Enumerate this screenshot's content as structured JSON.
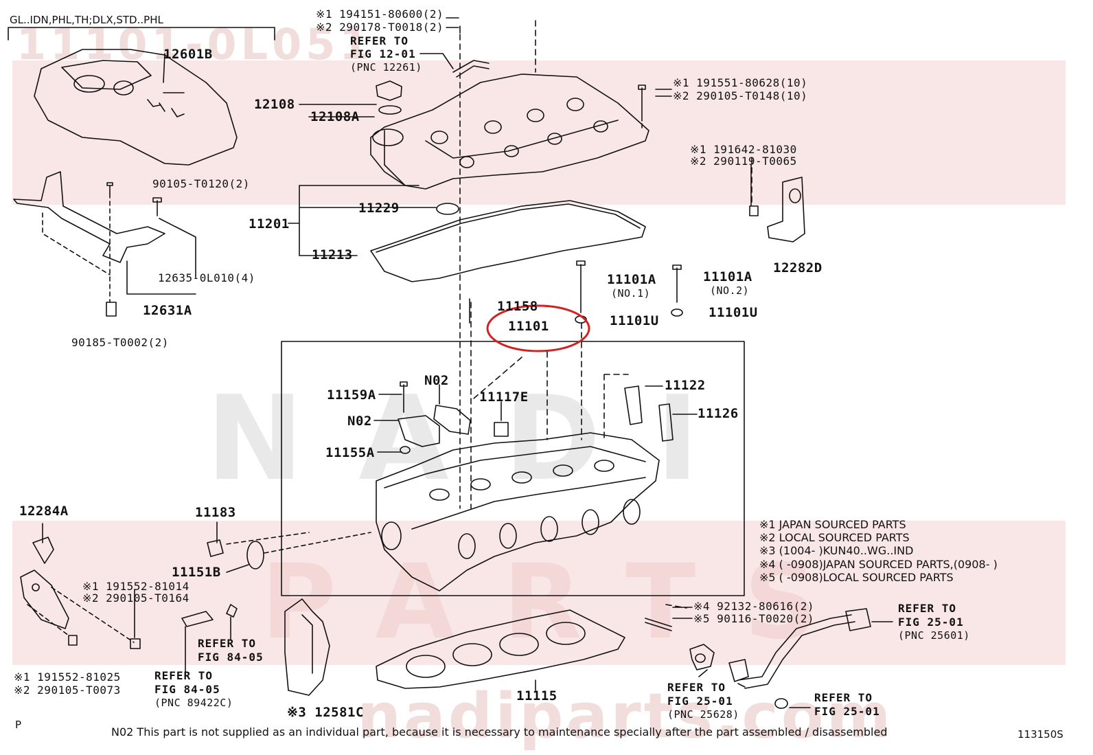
{
  "header": {
    "variant": "GL..IDN,PHL,TH;DLX,STD..PHL"
  },
  "watermark": {
    "code": "11101-0L051",
    "brand": "NADI",
    "brand2": "PARTS",
    "site": "nadiparts.com"
  },
  "labels": {
    "p12601b": "12601B",
    "p12108": "12108",
    "p12108a": "12108A",
    "p11201": "11201",
    "p11229": "11229",
    "p11213": "11213",
    "p90105_t0120": "90105-T0120(2)",
    "p12635": "12635-0L010(4)",
    "p12631a": "12631A",
    "p90185": "90185-T0002(2)",
    "p194151": "※1 194151-80600(2)",
    "p290178": "※2 290178-T0018(2)",
    "p191551": "※1 191551-80628(10)",
    "p290105_t0148": "※2 290105-T0148(10)",
    "p191642": "※1 191642-81030",
    "p290119": "※2 290119-T0065",
    "p12282d": "12282D",
    "p11101a_1": "11101A",
    "no1": "(NO.1)",
    "p11101a_2": "11101A",
    "no2": "(NO.2)",
    "p11101u_1": "11101U",
    "p11101u_2": "11101U",
    "p11158": "11158",
    "p11101": "11101",
    "p11159a": "11159A",
    "n02_1": "N02",
    "n02_2": "N02",
    "p11117e": "11117E",
    "p11122": "11122",
    "p11126": "11126",
    "p11155a": "11155A",
    "p12284a": "12284A",
    "p11183": "11183",
    "p11151b": "11151B",
    "p191552_81014": "※1 191552-81014",
    "p290105_t0164": "※2 290105-T0164",
    "p191552_81025": "※1 191552-81025",
    "p290105_t0073": "※2 290105-T0073",
    "p12581c": "※3 12581C",
    "p11115": "11115",
    "p92132": "※4 92132-80616(2)",
    "p90116": "※5 90116-T0020(2)"
  },
  "refs": {
    "r12_01": {
      "l1": "REFER TO",
      "l2": "FIG 12-01",
      "l3": "(PNC 12261)"
    },
    "r84_05a": {
      "l1": "REFER TO",
      "l2": "FIG 84-05"
    },
    "r84_05b": {
      "l1": "REFER TO",
      "l2": "FIG 84-05",
      "l3": "(PNC 89422C)"
    },
    "r25_01a": {
      "l1": "REFER TO",
      "l2": "FIG 25-01",
      "l3": "(PNC 25628)"
    },
    "r25_01b": {
      "l1": "REFER TO",
      "l2": "FIG 25-01",
      "l3": "(PNC 25601)"
    },
    "r25_01c": {
      "l1": "REFER TO",
      "l2": "FIG 25-01"
    }
  },
  "notes": [
    "※1 JAPAN SOURCED PARTS",
    "※2 LOCAL SOURCED PARTS",
    "※3 (1004-       )KUN40..WG..IND",
    "※4 (       -0908)JAPAN SOURCED PARTS,(0908-        )",
    "※5 (       -0908)LOCAL SOURCED PARTS"
  ],
  "footer": {
    "p": "P",
    "note": "N02 This part is not supplied as an individual part, because it is necessary to maintenance specially after the part assembled / disassembled",
    "code": "113150S"
  },
  "colors": {
    "highlight": "#d42020",
    "ink": "#111111",
    "watermark": "#f4d4d4"
  }
}
